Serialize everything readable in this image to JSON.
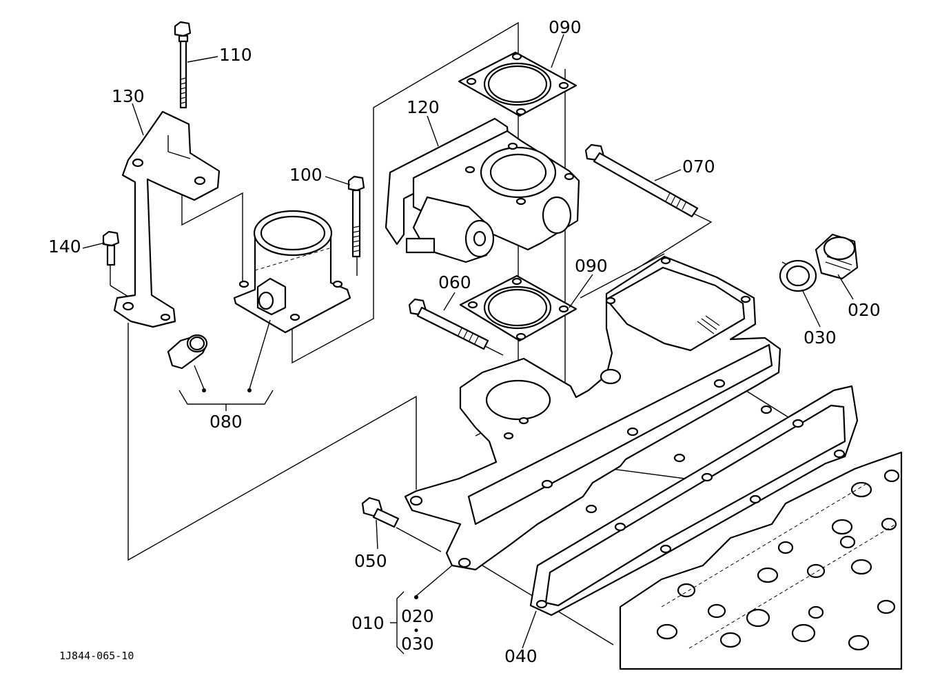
{
  "diagram_id": "1J844-065-10",
  "callouts": {
    "p010": "010",
    "p020_group": "020",
    "p030_group": "030",
    "p020": "020",
    "p030": "030",
    "p040": "040",
    "p050": "050",
    "p060": "060",
    "p070": "070",
    "p080": "080",
    "p090_top": "090",
    "p090_mid": "090",
    "p100": "100",
    "p110": "110",
    "p120": "120",
    "p130": "130",
    "p140": "140"
  }
}
